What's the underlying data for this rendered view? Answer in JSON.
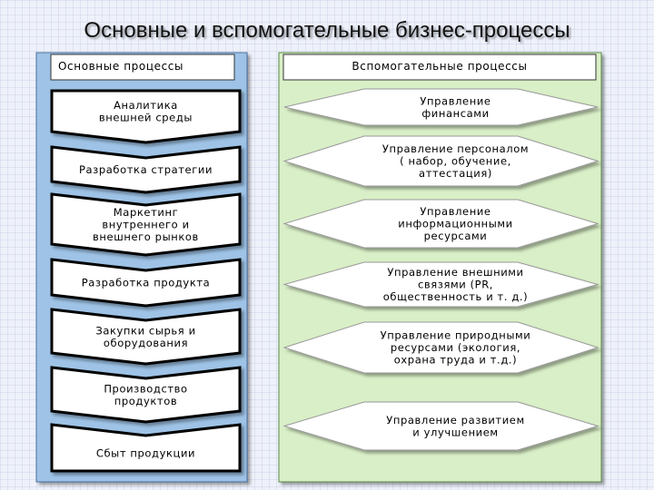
{
  "title": "Основные и вспомогательные бизнес-процессы",
  "left_header": "Основные процессы",
  "right_header": "Вспомогательные процессы",
  "main_processes": [
    [
      "Аналитика",
      "внешней среды"
    ],
    [
      "Разработка стратегии"
    ],
    [
      "Маркетинг",
      "внутреннего и",
      "внешнего рынков"
    ],
    [
      "Разработка продукта"
    ],
    [
      "Закупки сырья и",
      "оборудования"
    ],
    [
      "Производство",
      "продуктов"
    ],
    [
      "Сбыт продукции"
    ]
  ],
  "support_processes": [
    [
      "Управление",
      "финансами"
    ],
    [
      "Управление персоналом",
      "( набор, обучение,",
      "аттестация)"
    ],
    [
      "Управление",
      "информационными",
      "ресурсами"
    ],
    [
      "Управление внешними",
      "связями (PR,",
      "общественность и т. д.)"
    ],
    [
      "Управление природными",
      "ресурсами (экология,",
      "охрана труда и т.д.)"
    ],
    [
      "Управление развитием",
      "и улучшением"
    ]
  ],
  "colors": {
    "left_panel": "#9ec3e6",
    "right_panel": "#d9efc7",
    "shape_fill": "#ffffff",
    "outline": "#000000"
  }
}
